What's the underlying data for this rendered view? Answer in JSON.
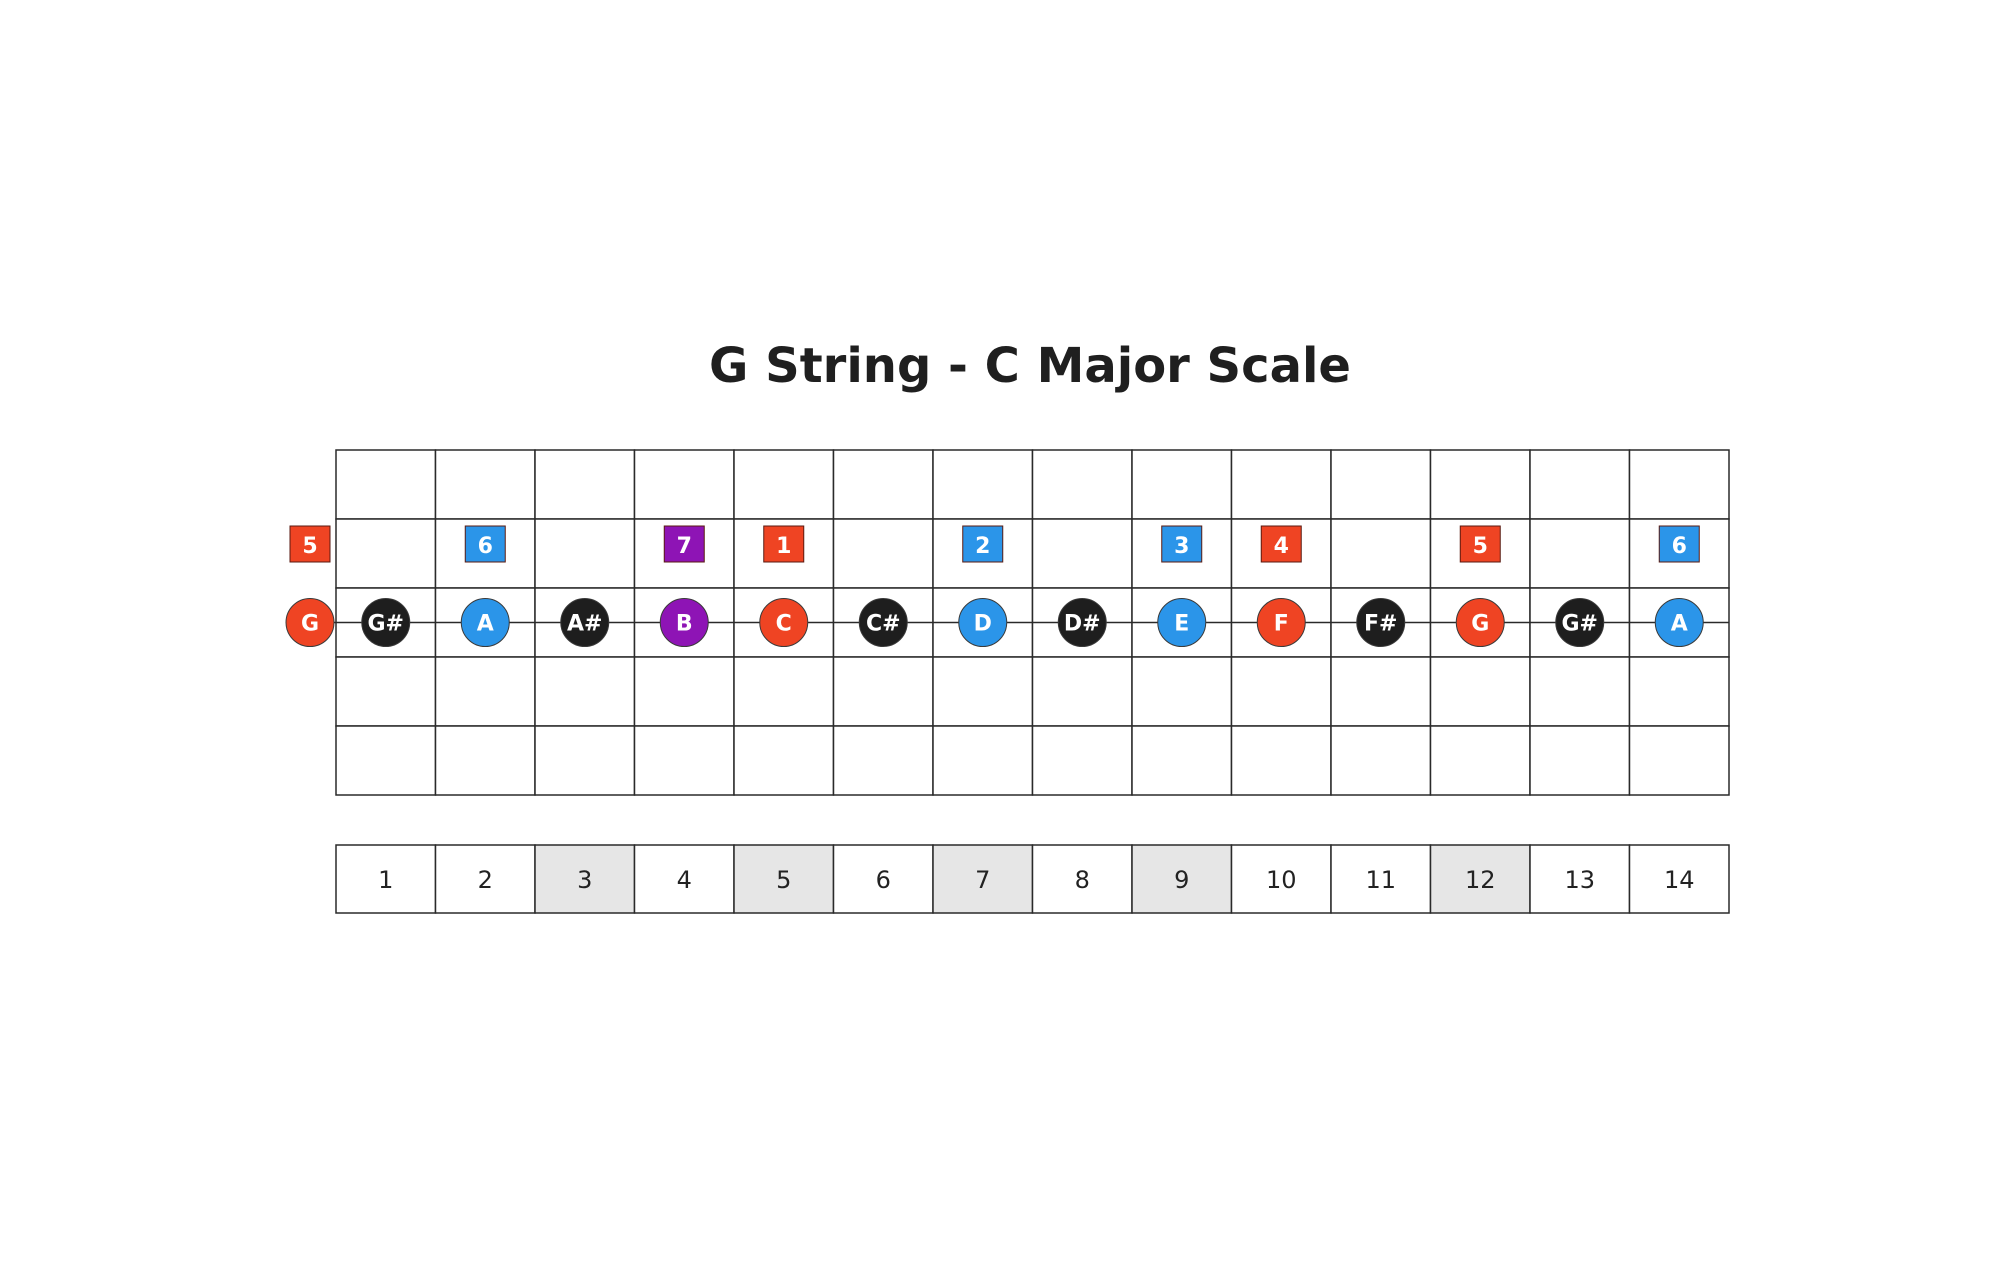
{
  "title": "G String - C Major Scale",
  "fretboard": {
    "num_frets": 14,
    "num_rows": 5,
    "string_row": 2,
    "line_color": "#2a2a2a"
  },
  "fret_numbers": {
    "labels": [
      "1",
      "2",
      "3",
      "4",
      "5",
      "6",
      "7",
      "8",
      "9",
      "10",
      "11",
      "12",
      "13",
      "14"
    ],
    "shaded_frets": [
      3,
      5,
      7,
      9,
      12
    ],
    "shade_color": "#e6e6e6"
  },
  "colors": {
    "root_group": "#ef4423",
    "scale_group": "#2b95e9",
    "seventh": "#8e14b5",
    "non_scale": "#1e1e1e"
  },
  "notes": [
    {
      "fret": 0,
      "note": "G",
      "degree": "5",
      "color": "#ef4423"
    },
    {
      "fret": 1,
      "note": "G#",
      "degree": "",
      "color": "#1e1e1e"
    },
    {
      "fret": 2,
      "note": "A",
      "degree": "6",
      "color": "#2b95e9"
    },
    {
      "fret": 3,
      "note": "A#",
      "degree": "",
      "color": "#1e1e1e"
    },
    {
      "fret": 4,
      "note": "B",
      "degree": "7",
      "color": "#8e14b5"
    },
    {
      "fret": 5,
      "note": "C",
      "degree": "1",
      "color": "#ef4423"
    },
    {
      "fret": 6,
      "note": "C#",
      "degree": "",
      "color": "#1e1e1e"
    },
    {
      "fret": 7,
      "note": "D",
      "degree": "2",
      "color": "#2b95e9"
    },
    {
      "fret": 8,
      "note": "D#",
      "degree": "",
      "color": "#1e1e1e"
    },
    {
      "fret": 9,
      "note": "E",
      "degree": "3",
      "color": "#2b95e9"
    },
    {
      "fret": 10,
      "note": "F",
      "degree": "4",
      "color": "#ef4423"
    },
    {
      "fret": 11,
      "note": "F#",
      "degree": "",
      "color": "#1e1e1e"
    },
    {
      "fret": 12,
      "note": "G",
      "degree": "5",
      "color": "#ef4423"
    },
    {
      "fret": 13,
      "note": "G#",
      "degree": "",
      "color": "#1e1e1e"
    },
    {
      "fret": 14,
      "note": "A",
      "degree": "6",
      "color": "#2b95e9"
    }
  ]
}
